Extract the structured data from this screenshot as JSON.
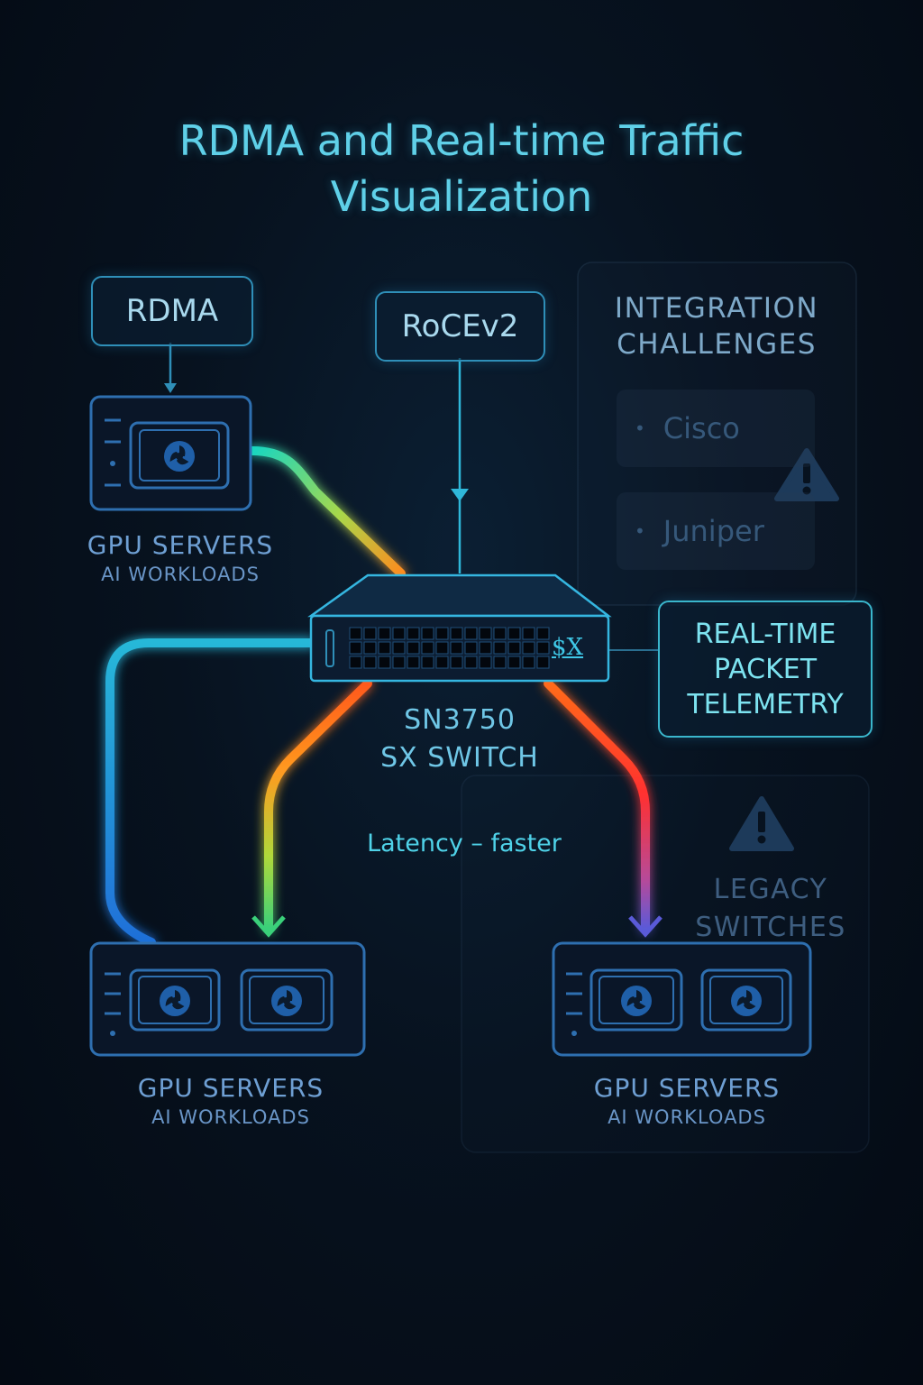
{
  "title": {
    "line1": "RDMA and Real-time Traffic",
    "line2": "Visualization"
  },
  "labels": {
    "rdma": "RDMA",
    "rocev2": "RoCEv2",
    "telemetry": [
      "REAL-TIME",
      "PACKET",
      "TELEMETRY"
    ],
    "latency": "Latency – faster"
  },
  "switch": {
    "logo": "$X",
    "model": "SN3750",
    "name": "SX SWITCH"
  },
  "servers": {
    "top": {
      "title": "GPU SERVERS",
      "subtitle": "AI WORKLOADS"
    },
    "bottom_left": {
      "title": "GPU SERVERS",
      "subtitle": "AI WORKLOADS"
    },
    "bottom_right": {
      "title": "GPU SERVERS",
      "subtitle": "AI WORKLOADS"
    }
  },
  "integration": {
    "title": [
      "INTEGRATION",
      "CHALLENGES"
    ],
    "vendors": [
      "Cisco",
      "Juniper"
    ],
    "bullet": "•",
    "legacy": [
      "LEGACY",
      "SWITCHES"
    ],
    "warning_icon": "warning-triangle-icon"
  },
  "colors": {
    "accent": "#5fd0e8",
    "outline": "#2e6fb0",
    "background": "#07121f"
  }
}
